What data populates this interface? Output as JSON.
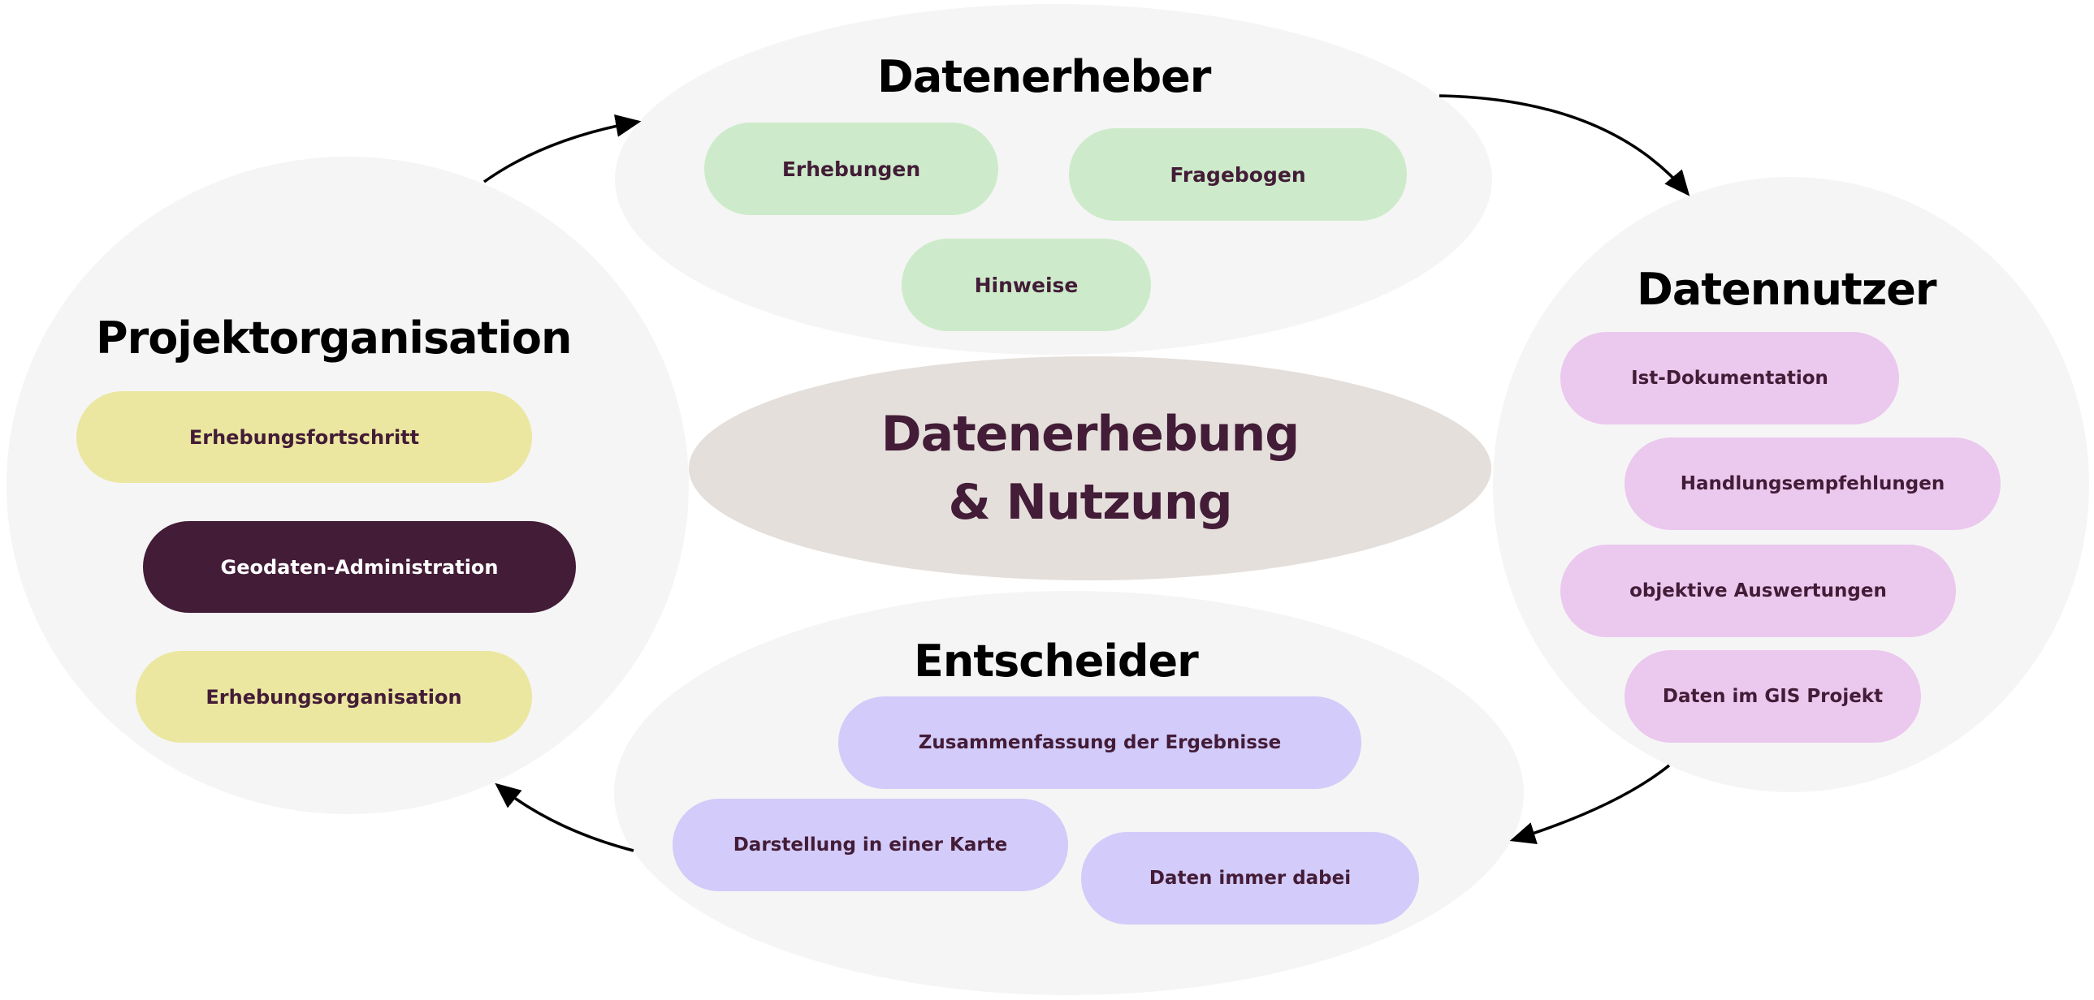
{
  "center": {
    "line1": "Datenerhebung",
    "line2": "& Nutzung"
  },
  "groups": {
    "datenerheber": {
      "title": "Datenerheber",
      "items": [
        "Erhebungen",
        "Fragebogen",
        "Hinweise"
      ]
    },
    "datennutzer": {
      "title": "Datennutzer",
      "items": [
        "Ist-Dokumentation",
        "Handlungsempfehlungen",
        "objektive Auswertungen",
        "Daten im GIS Projekt"
      ]
    },
    "entscheider": {
      "title": "Entscheider",
      "items": [
        "Zusammenfassung der Ergebnisse",
        "Darstellung in einer Karte",
        "Daten immer dabei"
      ]
    },
    "projektorganisation": {
      "title": "Projektorganisation",
      "items": [
        "Erhebungsfortschritt",
        "Geodaten-Administration",
        "Erhebungsorganisation"
      ]
    }
  },
  "colors": {
    "background_blob": "#f5f5f5",
    "center_blob": "#e4dfdb",
    "text_dark": "#431c37",
    "datenerheber_pill": "#cdebca",
    "datennutzer_pill": "#ebc8ee",
    "entscheider_pill": "#d3cbf9",
    "projektorganisation_pill": "#ebe7a0",
    "highlight_pill": "#431c37"
  }
}
